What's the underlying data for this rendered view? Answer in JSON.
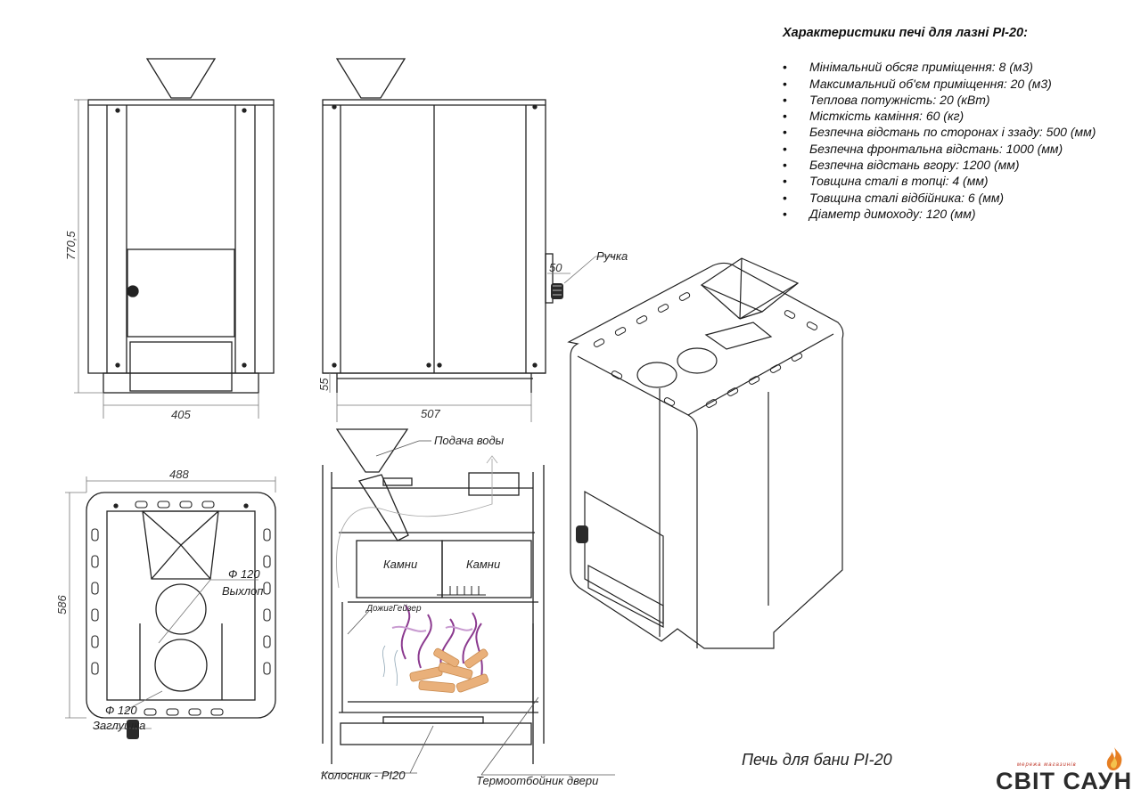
{
  "specs": {
    "title": "Характеристики печі для лазні PI-20:",
    "items": [
      "Мінімальний обсяг приміщення: 8 (м3)",
      "Максимальний об'єм приміщення: 20 (м3)",
      "Теплова потужність: 20 (кВт)",
      "Місткість каміння: 60 (кг)",
      "Безпечна відстань по сторонах і ззаду: 500 (мм)",
      "Безпечна фронтальна відстань: 1000 (мм)",
      "Безпечна відстань вгору: 1200 (мм)",
      "Товщина сталі в топці: 4 (мм)",
      "Товщина сталі відбійника: 6 (мм)",
      "Діаметр димоходу: 120 (мм)"
    ]
  },
  "dimensions": {
    "height": "770,5",
    "front_width": "405",
    "side_width": "507",
    "legs": "55",
    "handle_offset": "50",
    "top_width": "488",
    "top_depth": "586"
  },
  "labels": {
    "handle": "Ручка",
    "water_supply": "Подача воды",
    "stones_left": "Камни",
    "stones_right": "Камни",
    "afterburner": "ДожигГейзер",
    "grate": "Колосник - PI20",
    "door_shield": "Термоотбойник двери",
    "outlet_diameter": "Ф 120",
    "outlet": "Выхлоп",
    "plug_diameter": "Ф 120",
    "plug": "Заглушка"
  },
  "caption": "Печь для бани PI-20",
  "logo": {
    "brand": "СВІТ САУН",
    "tagline": "мережа магазинів"
  },
  "colors": {
    "line": "#222222",
    "dim_line": "#777777",
    "stove_body": "#2f3033",
    "flame_purple": "#8b3a8f",
    "wood": "#e9b07a",
    "logo_flame": "#e67e22"
  }
}
